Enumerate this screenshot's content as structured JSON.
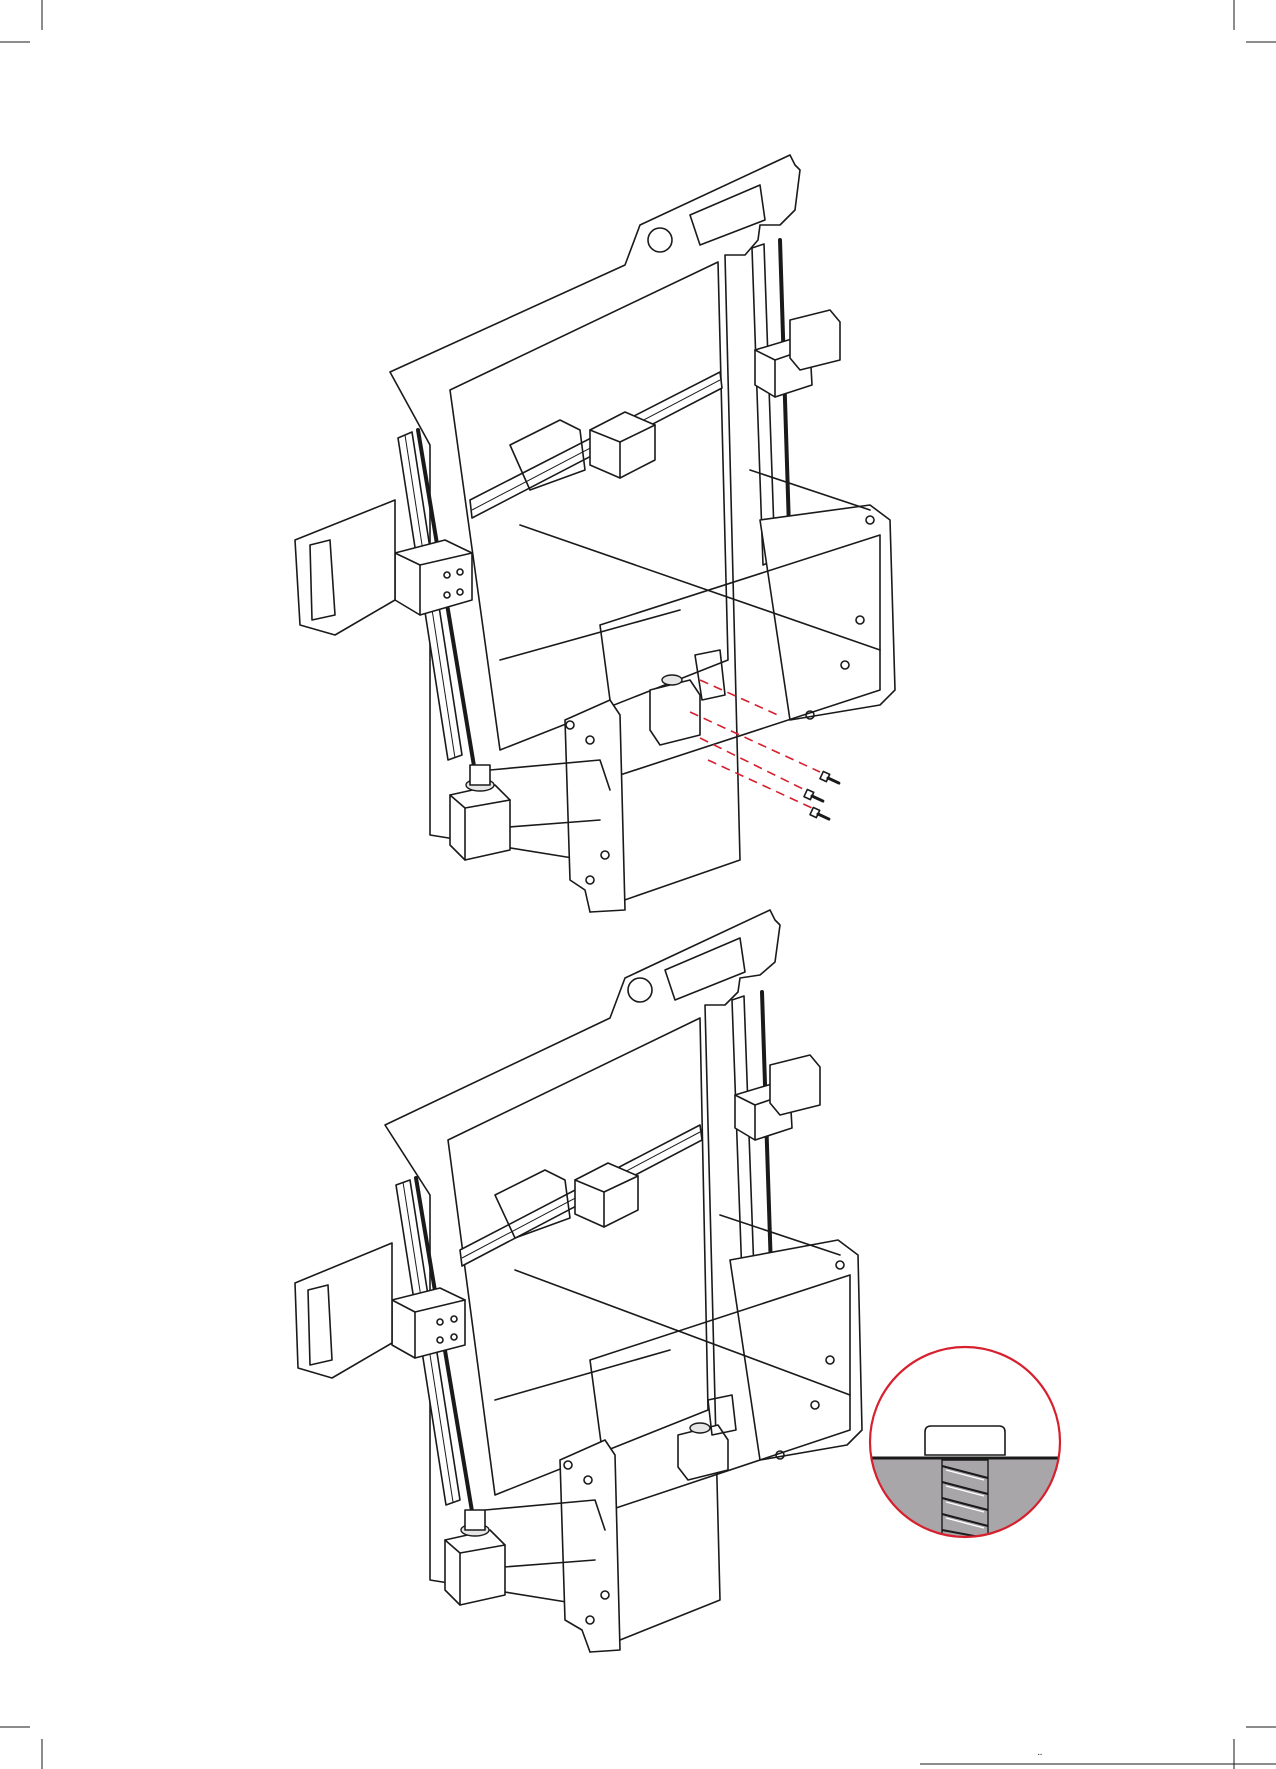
{
  "diagram": {
    "steps": [
      {
        "name": "exploded-view",
        "screws": 3
      },
      {
        "name": "assembled-view"
      }
    ],
    "detail": {
      "name": "screw-depth-detail"
    },
    "colors": {
      "accent": "#d6202e",
      "line": "#1a1a1a",
      "paper": "#ffffff",
      "detail_fill": "#a8a6a8",
      "detail_bg": "#ffffff"
    }
  },
  "footer": {
    "mark": "¨"
  }
}
